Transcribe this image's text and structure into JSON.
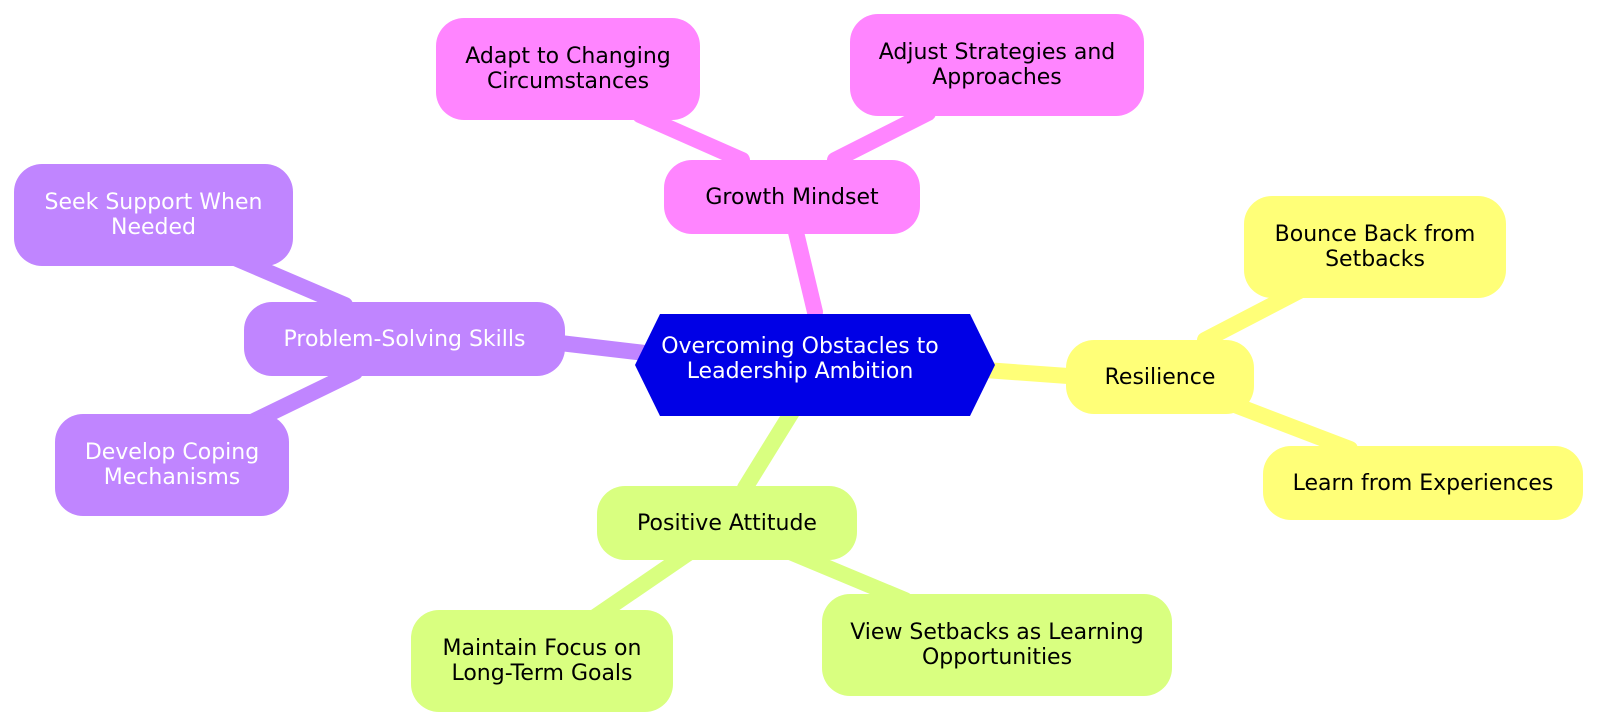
{
  "center": {
    "label": "Overcoming Obstacles to Leadership Ambition",
    "color": "#0000e6"
  },
  "branches": [
    {
      "key": "growth",
      "label": "Growth Mindset",
      "color": "#ff85ff",
      "children": [
        "Adapt to Changing Circumstances",
        "Adjust Strategies and Approaches"
      ]
    },
    {
      "key": "resilience",
      "label": "Resilience",
      "color": "#ffff78",
      "children": [
        "Bounce Back from Setbacks",
        "Learn from Experiences"
      ]
    },
    {
      "key": "positive",
      "label": "Positive Attitude",
      "color": "#d9ff80",
      "children": [
        "Maintain Focus on Long-Term Goals",
        "View Setbacks as Learning Opportunities"
      ]
    },
    {
      "key": "problem",
      "label": "Problem-Solving Skills",
      "color": "#c085ff",
      "children": [
        "Seek Support When Needed",
        "Develop Coping Mechanisms"
      ]
    }
  ]
}
